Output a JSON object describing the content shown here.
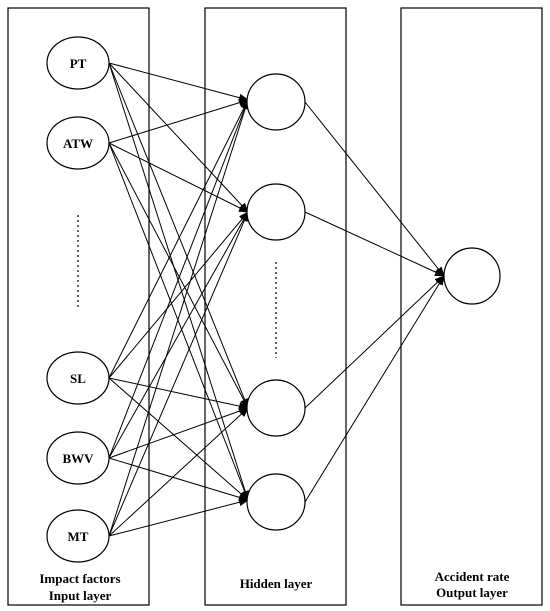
{
  "input_layer": {
    "nodes": [
      "PT",
      "ATW",
      "SL",
      "BWV",
      "MT"
    ],
    "label_line1": "Impact factors",
    "label_line2": "Input layer"
  },
  "hidden_layer": {
    "node_count": 4,
    "label": "Hidden layer"
  },
  "output_layer": {
    "node_count": 1,
    "label_line1": "Accident rate",
    "label_line2": "Output layer"
  }
}
